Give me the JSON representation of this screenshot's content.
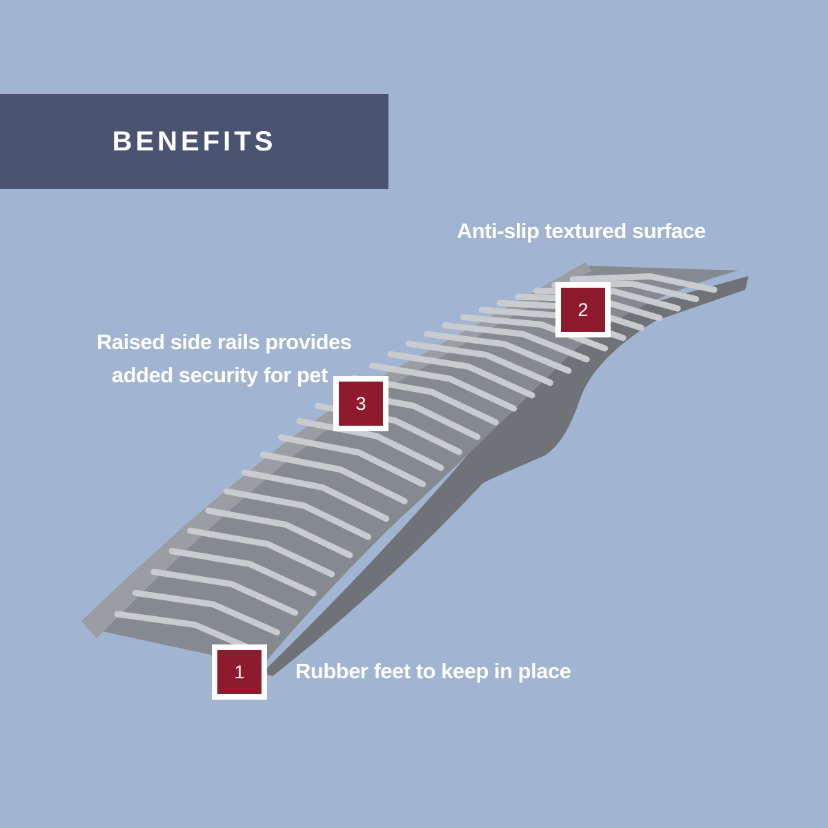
{
  "banner": {
    "title": "BENEFITS"
  },
  "callouts": [
    {
      "number": "1",
      "text": "Rubber feet to keep in place"
    },
    {
      "number": "2",
      "text": "Anti-slip textured surface"
    },
    {
      "number": "3",
      "line1": "Raised side rails provides",
      "line2": "added security for pet"
    }
  ],
  "colors": {
    "background": "#A1B5D2",
    "banner": "#4A5470",
    "marker": "#8E1A2E",
    "ramp": "#7F8287"
  }
}
